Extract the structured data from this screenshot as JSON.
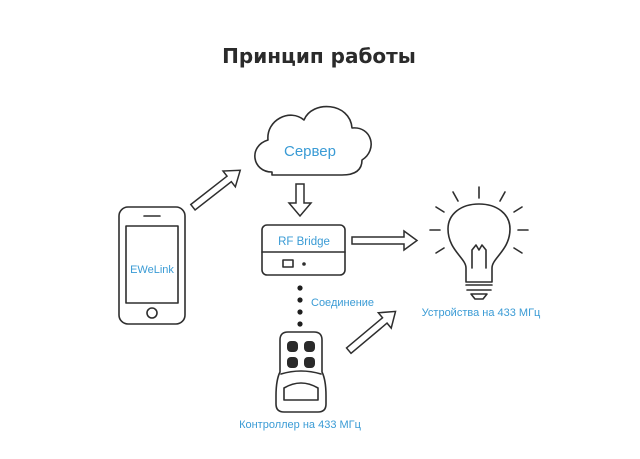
{
  "title": "Принцип работы",
  "nodes": {
    "server": "Сервер",
    "bridge": "RF Bridge",
    "phone_app": "EWeLink",
    "devices": "Устройства на 433 МГц",
    "controller": "Контроллер на 433 МГц"
  },
  "connection_label": "Соединение",
  "colors": {
    "label_blue": "#3a9bd5",
    "outline": "#2e2e2e",
    "title": "#2b2b2b"
  }
}
